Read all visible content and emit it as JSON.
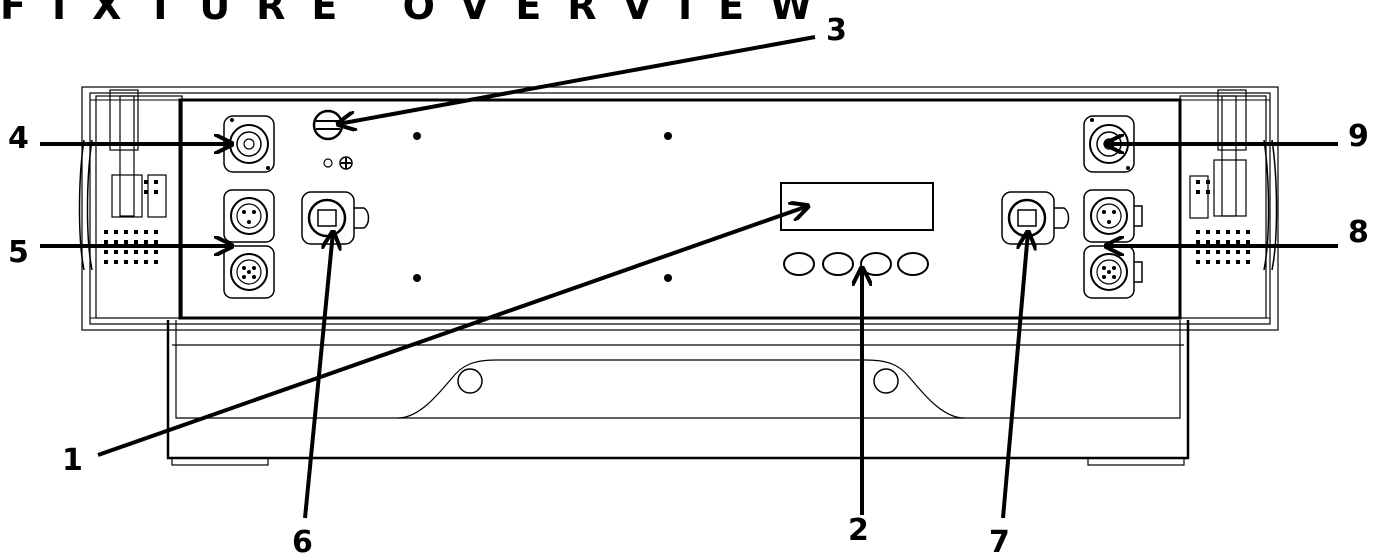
{
  "title": "FIXTURE OVERVIEW",
  "callouts": [
    "1",
    "2",
    "3",
    "4",
    "5",
    "6",
    "7",
    "8",
    "9"
  ],
  "colors": {
    "line": "#000000",
    "background": "#ffffff"
  }
}
